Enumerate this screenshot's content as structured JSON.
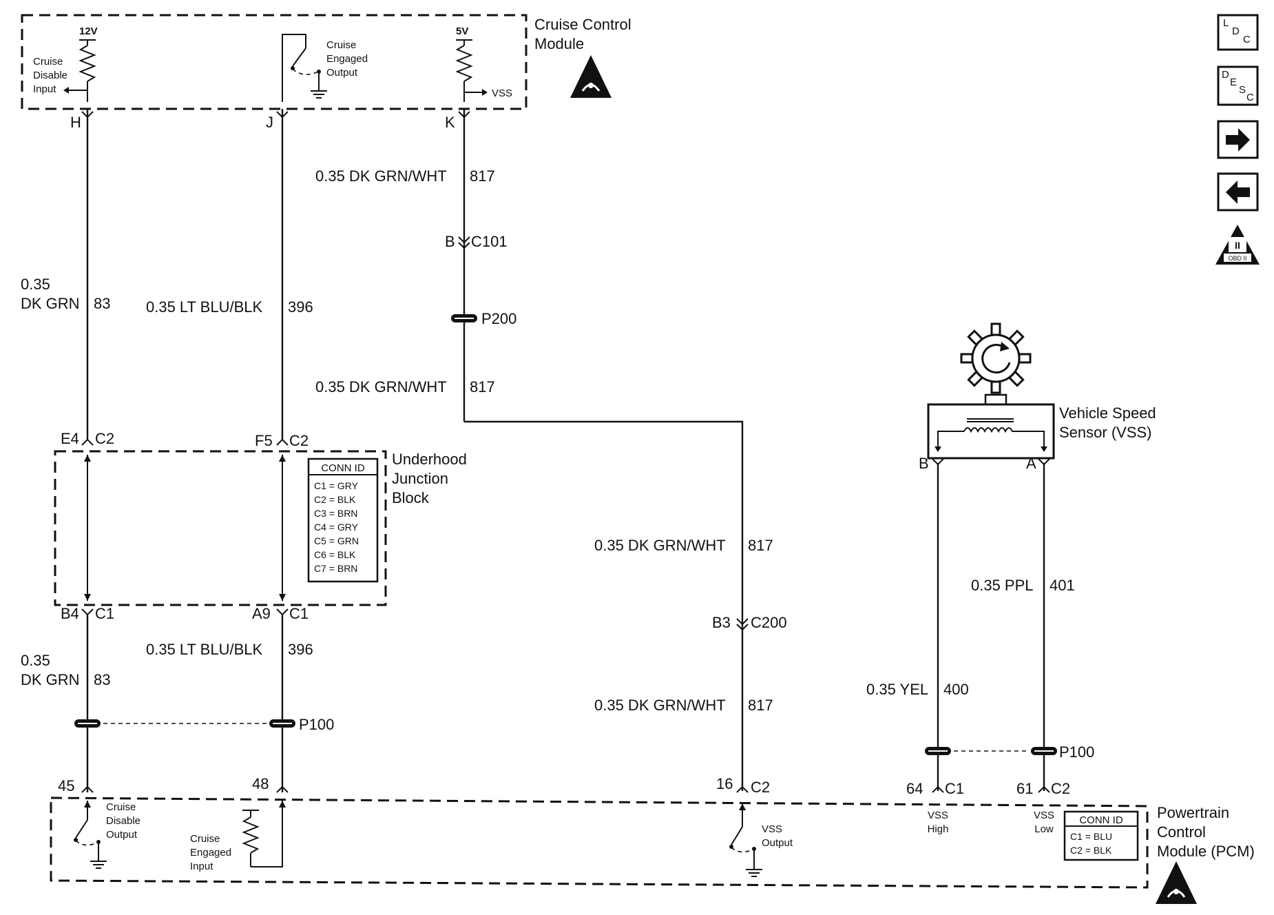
{
  "modules": {
    "cruise_control": {
      "name_line1": "Cruise Control",
      "name_line2": "Module"
    },
    "underhood_junction": {
      "name_line1": "Underhood",
      "name_line2": "Junction",
      "name_line3": "Block"
    },
    "vss_sensor": {
      "name_line1": "Vehicle Speed",
      "name_line2": "Sensor (VSS)"
    },
    "pcm": {
      "name_line1": "Powertrain",
      "name_line2": "Control",
      "name_line3": "Module (PCM)"
    }
  },
  "ccm_internal": {
    "v12": "12V",
    "v5": "5V",
    "cruise_disable_input": [
      "Cruise",
      "Disable",
      "Input"
    ],
    "cruise_engaged_output": [
      "Cruise",
      "Engaged",
      "Output"
    ],
    "vss_label": "VSS"
  },
  "pcm_internal": {
    "cruise_disable_output": [
      "Cruise",
      "Disable",
      "Output"
    ],
    "cruise_engaged_input": [
      "Cruise",
      "Engaged",
      "Input"
    ],
    "vss_output": [
      "VSS",
      "Output"
    ],
    "vss_high": [
      "VSS",
      "High"
    ],
    "vss_low": [
      "VSS",
      "Low"
    ]
  },
  "pins": {
    "ccm_h": "H",
    "ccm_j": "J",
    "ccm_k": "K",
    "e4": "E4",
    "f5": "F5",
    "c2_e4": "C2",
    "c2_f5": "C2",
    "b4": "B4",
    "a9": "A9",
    "c1_b4": "C1",
    "c1_a9": "C1",
    "c101_pin": "B",
    "c101": "C101",
    "c200_pin": "B3",
    "c200": "C200",
    "vss_b": "B",
    "vss_a": "A",
    "pcm_45": "45",
    "pcm_48": "48",
    "pcm_16": "16",
    "pcm_16_conn": "C2",
    "pcm_64": "64",
    "pcm_64_conn": "C1",
    "pcm_61": "61",
    "pcm_61_conn": "C2"
  },
  "splices": {
    "p200": "P200",
    "p100_left": "P100",
    "p100_right": "P100"
  },
  "wires": {
    "w83_top": {
      "gauge": "0.35",
      "color": "DK GRN",
      "circuit": "83"
    },
    "w396_top": {
      "gauge_color": "0.35 LT BLU/BLK",
      "circuit": "396"
    },
    "w817_1": {
      "gauge_color": "0.35 DK GRN/WHT",
      "circuit": "817"
    },
    "w817_2": {
      "gauge_color": "0.35 DK GRN/WHT",
      "circuit": "817"
    },
    "w817_3": {
      "gauge_color": "0.35 DK GRN/WHT",
      "circuit": "817"
    },
    "w817_4": {
      "gauge_color": "0.35 DK GRN/WHT",
      "circuit": "817"
    },
    "w83_bot": {
      "gauge": "0.35",
      "color": "DK GRN",
      "circuit": "83"
    },
    "w396_bot": {
      "gauge_color": "0.35 LT BLU/BLK",
      "circuit": "396"
    },
    "w401": {
      "gauge_color": "0.35 PPL",
      "circuit": "401"
    },
    "w400": {
      "gauge_color": "0.35 YEL",
      "circuit": "400"
    }
  },
  "conn_id_ujb": {
    "title": "CONN ID",
    "rows": [
      "C1 = GRY",
      "C2 = BLK",
      "C3 = BRN",
      "C4 = GRY",
      "C5 = GRN",
      "C6 = BLK",
      "C7 = BRN"
    ]
  },
  "conn_id_pcm": {
    "title": "CONN ID",
    "rows": [
      "C1 = BLU",
      "C2 = BLK"
    ]
  },
  "nav": {
    "ldc": {
      "l": "L",
      "d": "D",
      "c": "C"
    },
    "desc": {
      "d": "D",
      "e": "E",
      "s": "S",
      "c": "C"
    },
    "obd": {
      "roman": "II",
      "label": "OBD II"
    }
  },
  "icons": {
    "esd": "esd-sensitive-triangle-icon",
    "obd": "obd-ii-triangle-icon",
    "forward": "arrow-right-icon",
    "back": "arrow-left-icon"
  }
}
